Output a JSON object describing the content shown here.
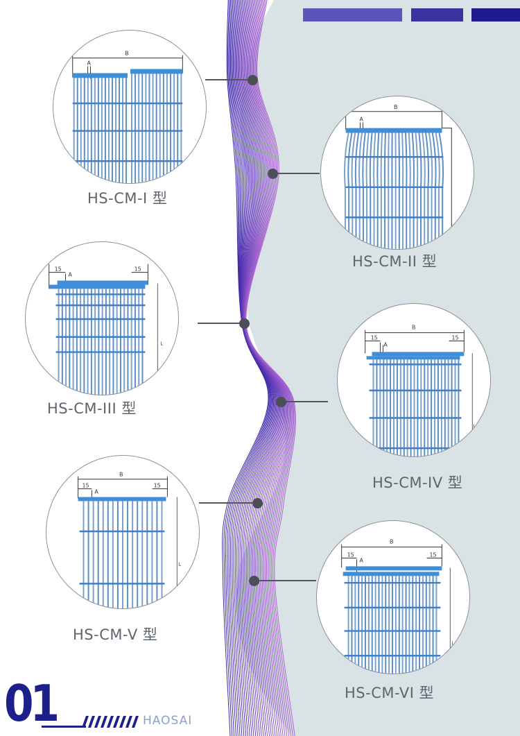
{
  "colors": {
    "panel": "#d9e3e5",
    "wave": "#4a2ba8",
    "bar1": "#5a55b8",
    "bar2": "#3d33a0",
    "bar3": "#1e1b8e",
    "tube": "#6a8fc9",
    "header": "#3f8fd8",
    "page_number": "#1d1f8a"
  },
  "items": [
    {
      "id": "1",
      "label": "HS-CM-I 型",
      "dims": {
        "b": "B",
        "a": "A"
      }
    },
    {
      "id": "2",
      "label": "HS-CM-II 型",
      "dims": {
        "b": "B",
        "a": "A"
      }
    },
    {
      "id": "3",
      "label": "HS-CM-III 型",
      "dims": {
        "a": "A",
        "left15": "15",
        "right15": "15",
        "l": "L"
      }
    },
    {
      "id": "4",
      "label": "HS-CM-IV 型",
      "dims": {
        "b": "B",
        "a": "A",
        "left15": "15",
        "right15": "15",
        "l": "L"
      }
    },
    {
      "id": "5",
      "label": "HS-CM-V 型",
      "dims": {
        "b": "B",
        "a": "A",
        "left15": "15",
        "right15": "15",
        "l": "L"
      }
    },
    {
      "id": "6",
      "label": "HS-CM-VI 型",
      "dims": {
        "b": "B",
        "a": "A",
        "left15": "15",
        "right15": "15",
        "l": "L"
      }
    }
  ],
  "footer": {
    "page_number": "01",
    "brand": "HAOSAI"
  }
}
